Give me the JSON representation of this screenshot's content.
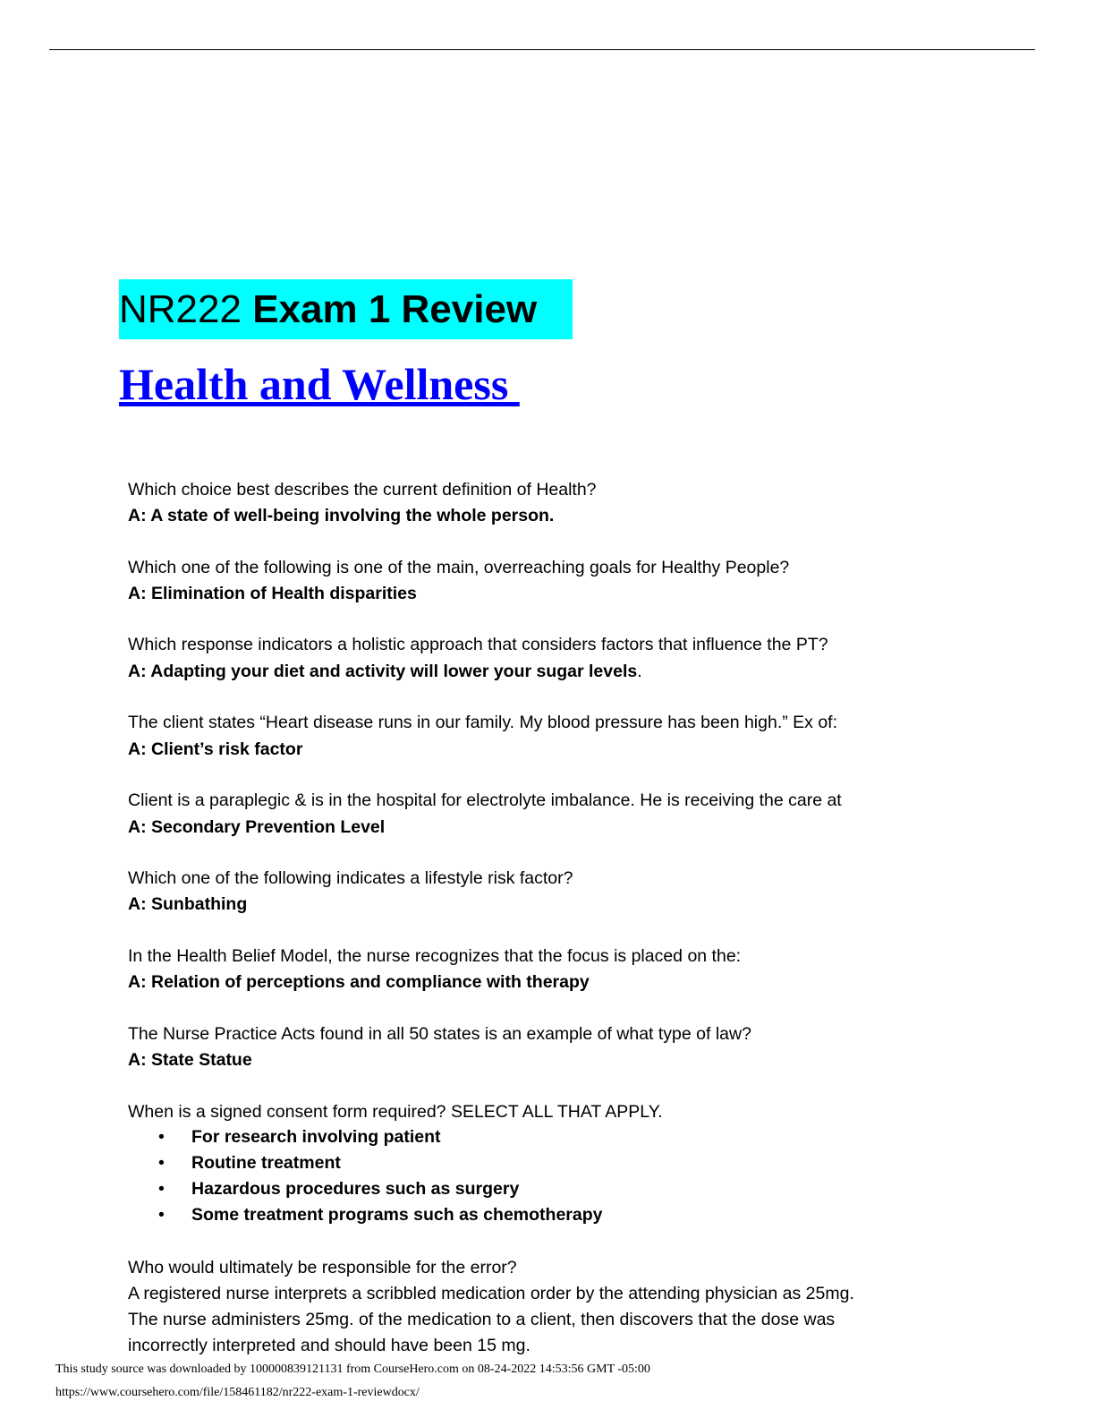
{
  "title": {
    "prefix": "NR222 ",
    "bold": "Exam 1 Review"
  },
  "heading": "Health and Wellness ",
  "qa": [
    {
      "q": "Which choice best describes the current definition of Health?",
      "a": "A: A state of well-being involving the whole person."
    },
    {
      "q": "Which one of the following is one of the main, overreaching goals for Healthy People?",
      "a": "A: Elimination of Health disparities"
    },
    {
      "q": "Which response indicators a holistic approach that considers factors that influence the PT?",
      "a": "A: Adapting your diet and activity will lower your sugar levels",
      "a_tail": "."
    },
    {
      "q": "The client states “Heart disease runs in our family. My blood pressure has been high.” Ex of:",
      "a": "A: Client’s risk factor"
    },
    {
      "q": "Client is a paraplegic & is in the hospital for electrolyte imbalance. He is receiving the care at",
      "a": "A: Secondary Prevention Level"
    },
    {
      "q": "Which one of the following indicates a lifestyle risk factor?",
      "a": "A: Sunbathing"
    },
    {
      "q": "In the Health Belief Model, the nurse recognizes that the focus is placed on the:",
      "a": "A: Relation of perceptions and compliance with therapy"
    },
    {
      "q": "The Nurse Practice Acts found in all 50 states is an example of what type of law?",
      "a": "A: State Statue"
    }
  ],
  "consent": {
    "q": "When is a signed consent form required? SELECT ALL THAT APPLY.",
    "bullet": "•",
    "items": [
      "For research involving patient",
      "Routine treatment",
      "Hazardous procedures such as surgery",
      "Some treatment programs such as chemotherapy"
    ]
  },
  "last": {
    "q": "Who would ultimately be responsible for the error?",
    "lines": [
      "A registered nurse interprets a scribbled medication order by the attending physician as 25mg.",
      "The nurse administers 25mg. of the medication to a client, then discovers that the dose was",
      "incorrectly interpreted and should have been 15 mg."
    ]
  },
  "footer": {
    "download_note": "This study source was downloaded by 100000839121131 from CourseHero.com on 08-24-2022 14:53:56 GMT -05:00",
    "url": "https://www.coursehero.com/file/158461182/nr222-exam-1-reviewdocx/"
  }
}
